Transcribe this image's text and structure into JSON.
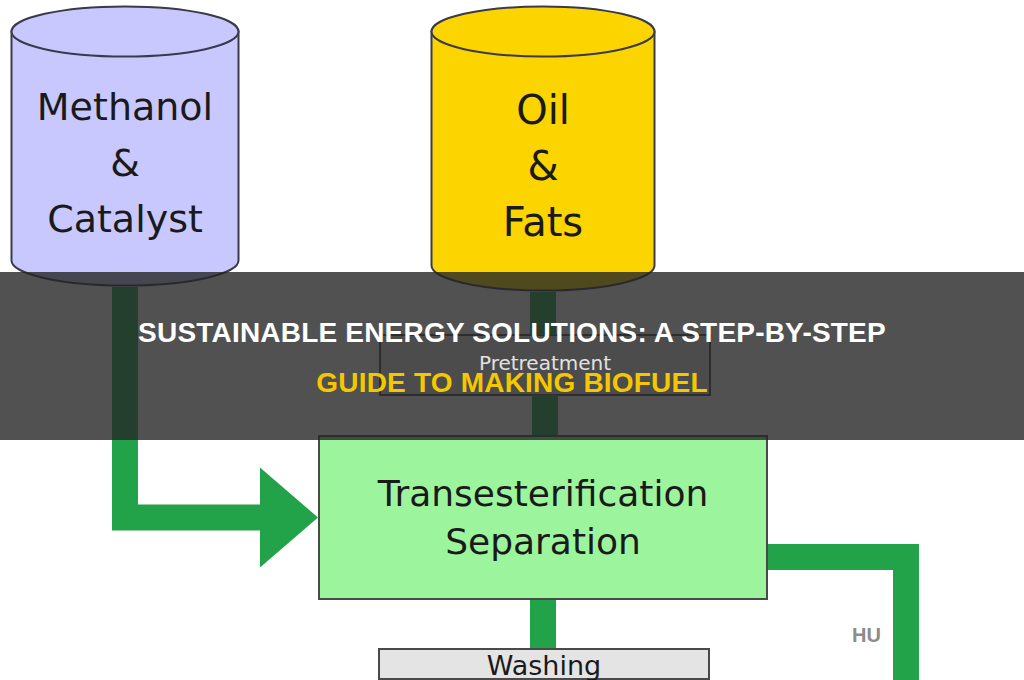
{
  "diagram": {
    "title": "SUSTAINABLE ENERGY SOLUTIONS: A STEP-BY-STEP GUIDE TO MAKING BIOFUEL",
    "nodes": [
      {
        "text": [
          "Methanol & Catalyst"
        ]
      },
      {
        "text": [
          "Oil & Fats"
        ]
      },
      {
        "text": [
          "Pretreatment"
        ]
      },
      {
        "text": [
          "Transesterification Separation"
        ]
      },
      {
        "text": [
          "Washing"
        ]
      }
    ],
    "edges": [
      {
        "from": 0,
        "to": 3,
        "arrow": "to"
      },
      {
        "from": 1,
        "to": 2,
        "arrow": "none"
      },
      {
        "from": 2,
        "to": 3,
        "arrow": "none"
      },
      {
        "from": 3,
        "to": 4,
        "arrow": "none"
      }
    ],
    "labels": [
      "HU"
    ]
  }
}
